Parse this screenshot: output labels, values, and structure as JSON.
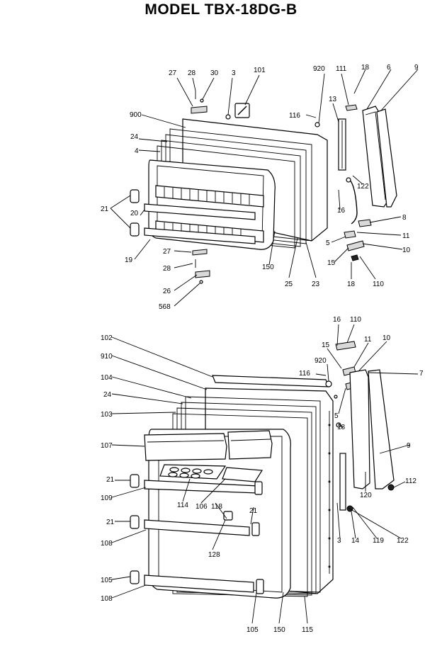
{
  "title": "MODEL TBX-18DG-B",
  "top_labels": {
    "l27": "27",
    "l28": "28",
    "l30": "30",
    "l3": "3",
    "l101": "101",
    "l920": "920",
    "l111": "111",
    "l18": "18",
    "l6": "6",
    "l9": "9",
    "l900": "900",
    "l13": "13",
    "l116": "116",
    "l24": "24",
    "l4": "4",
    "l122": "122",
    "l16": "16",
    "l21": "21",
    "l20": "20",
    "l8": "8",
    "l11": "11",
    "l5": "5",
    "l10": "10",
    "l19": "19",
    "l15": "15",
    "l27b": "27",
    "l28b": "28",
    "l26": "26",
    "l568": "568",
    "l150": "150",
    "l25": "25",
    "l23": "23",
    "l18b": "18",
    "l110": "110"
  },
  "bottom_labels": {
    "l16": "16",
    "l110": "110",
    "l102": "102",
    "l15": "15",
    "l11": "11",
    "l10": "10",
    "l910": "910",
    "l920": "920",
    "l116": "116",
    "l7": "7",
    "l104": "104",
    "l24": "24",
    "l5": "5",
    "l103": "103",
    "l18": "18",
    "l107": "107",
    "l9": "9",
    "l21a": "21",
    "l112": "112",
    "l109": "109",
    "l120": "120",
    "l114": "114",
    "l106": "106",
    "l118": "118",
    "l21b": "21",
    "l21c": "21",
    "l3": "3",
    "l14": "14",
    "l119": "119",
    "l122": "122",
    "l108a": "108",
    "l128": "128",
    "l105a": "105",
    "l108b": "108",
    "l105b": "105",
    "l150": "150",
    "l115": "115"
  }
}
